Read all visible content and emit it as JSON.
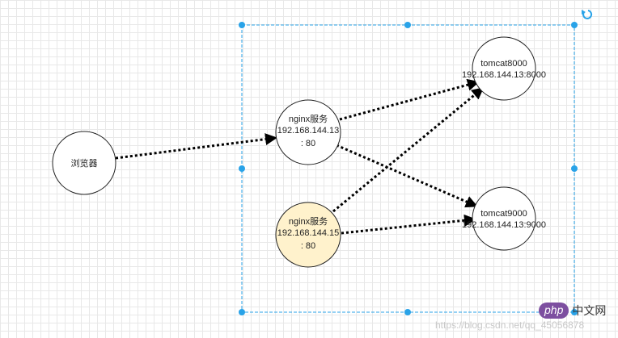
{
  "nodes": {
    "browser": {
      "label": "浏览器"
    },
    "nginx1": {
      "name": "nginx服务",
      "address": "192.168.144.13",
      "port": ": 80"
    },
    "nginx2": {
      "name": "nginx服务",
      "address": "192.168.144.15",
      "port": ": 80"
    },
    "tomcat8000": {
      "name": "tomcat8000",
      "address": "192.168.144.13:8000"
    },
    "tomcat9000": {
      "name": "tomcat9000",
      "address": "192.168.144.13:9000"
    }
  },
  "colors": {
    "default_fill": "#ffffff",
    "highlight_fill": "#fff2cc",
    "highlight_stroke": "#d6b656",
    "selection": "#29a3e8"
  },
  "watermark": {
    "text": "https://blog.csdn.net/qq_45056878"
  },
  "brand": {
    "logo": "php",
    "text": "中文网"
  }
}
